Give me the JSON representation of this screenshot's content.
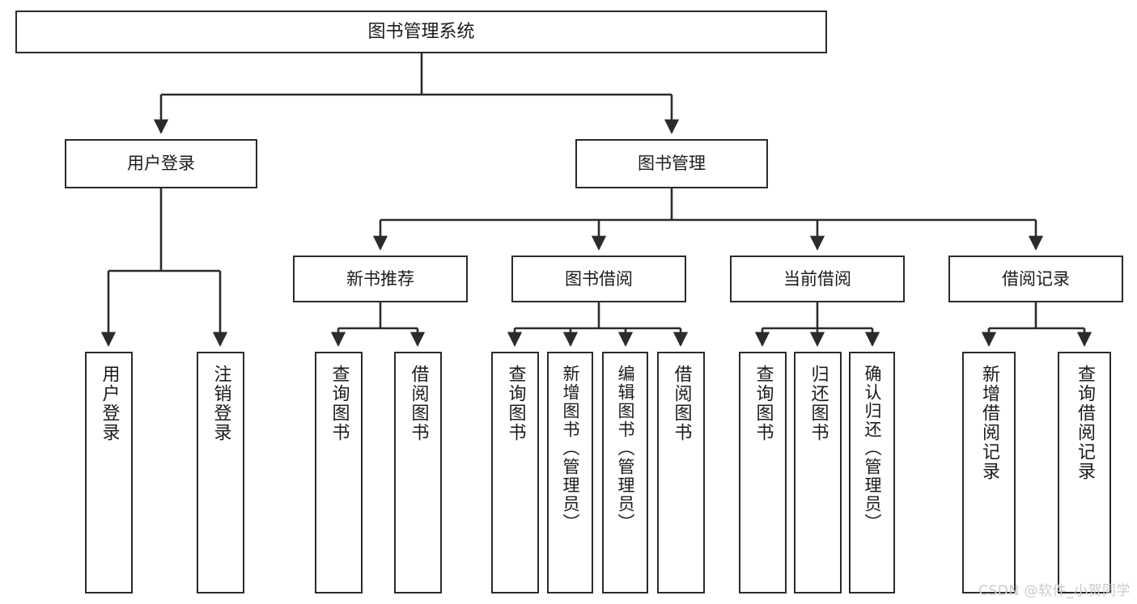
{
  "diagram": {
    "title": "图书管理系统",
    "type": "functional-structure-tree",
    "root": {
      "id": "root",
      "label": "图书管理系统"
    },
    "level1": [
      {
        "id": "user-login",
        "label": "用户登录"
      },
      {
        "id": "book-manage",
        "label": "图书管理"
      }
    ],
    "level2": [
      {
        "id": "new-book-recommend",
        "label": "新书推荐",
        "parent": "book-manage"
      },
      {
        "id": "book-borrow",
        "label": "图书借阅",
        "parent": "book-manage"
      },
      {
        "id": "current-borrow",
        "label": "当前借阅",
        "parent": "book-manage"
      },
      {
        "id": "borrow-record",
        "label": "借阅记录",
        "parent": "book-manage"
      }
    ],
    "leaves": [
      {
        "id": "leaf-user-login",
        "label": "用户登录",
        "parent": "user-login"
      },
      {
        "id": "leaf-user-logout",
        "label": "注销登录",
        "parent": "user-login"
      },
      {
        "id": "leaf-query-book-1",
        "label": "查询图书",
        "parent": "new-book-recommend"
      },
      {
        "id": "leaf-borrow-book-1",
        "label": "借阅图书",
        "parent": "new-book-recommend"
      },
      {
        "id": "leaf-query-book-2",
        "label": "查询图书",
        "parent": "book-borrow"
      },
      {
        "id": "leaf-add-book",
        "label": "新增图书（管理员）",
        "parent": "book-borrow"
      },
      {
        "id": "leaf-edit-book",
        "label": "编辑图书（管理员）",
        "parent": "book-borrow"
      },
      {
        "id": "leaf-borrow-book-2",
        "label": "借阅图书",
        "parent": "book-borrow"
      },
      {
        "id": "leaf-query-book-3",
        "label": "查询图书",
        "parent": "current-borrow"
      },
      {
        "id": "leaf-return-book",
        "label": "归还图书",
        "parent": "current-borrow"
      },
      {
        "id": "leaf-confirm-return",
        "label": "确认归还（管理员）",
        "parent": "current-borrow"
      },
      {
        "id": "leaf-add-record",
        "label": "新增借阅记录",
        "parent": "borrow-record"
      },
      {
        "id": "leaf-query-record",
        "label": "查询借阅记录",
        "parent": "borrow-record"
      }
    ]
  },
  "watermark": {
    "text": "CSDN @软件_小贺同学"
  },
  "colors": {
    "stroke": "#2b2b2b",
    "text": "#1b1b1b",
    "background": "#ffffff",
    "watermark": "#c9c9c9"
  }
}
